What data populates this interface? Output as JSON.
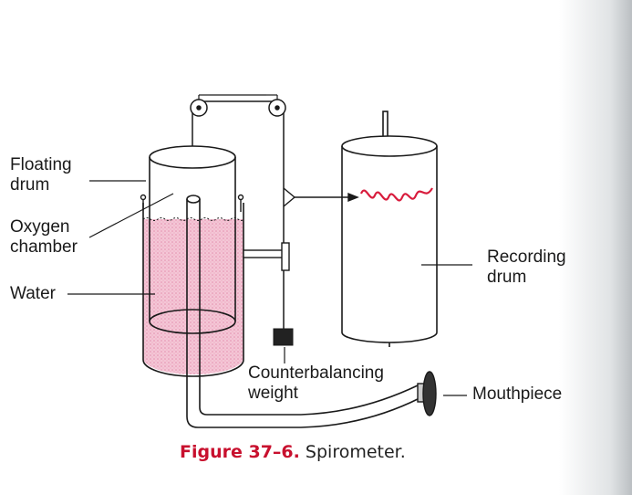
{
  "labels": {
    "floating_drum": [
      "Floating",
      "drum"
    ],
    "oxygen_chamber": [
      "Oxygen",
      "chamber"
    ],
    "water": "Water",
    "recording_drum": [
      "Recording",
      "drum"
    ],
    "counterbalancing_weight": [
      "Counterbalancing",
      "weight"
    ],
    "mouthpiece": "Mouthpiece"
  },
  "caption": {
    "figure_number": "Figure 37–6.",
    "title": "Spirometer."
  },
  "colors": {
    "water": "#f2bfd0",
    "trace": "#d81b3c",
    "caption_accent": "#c8102e",
    "line": "#1a1a1a"
  }
}
